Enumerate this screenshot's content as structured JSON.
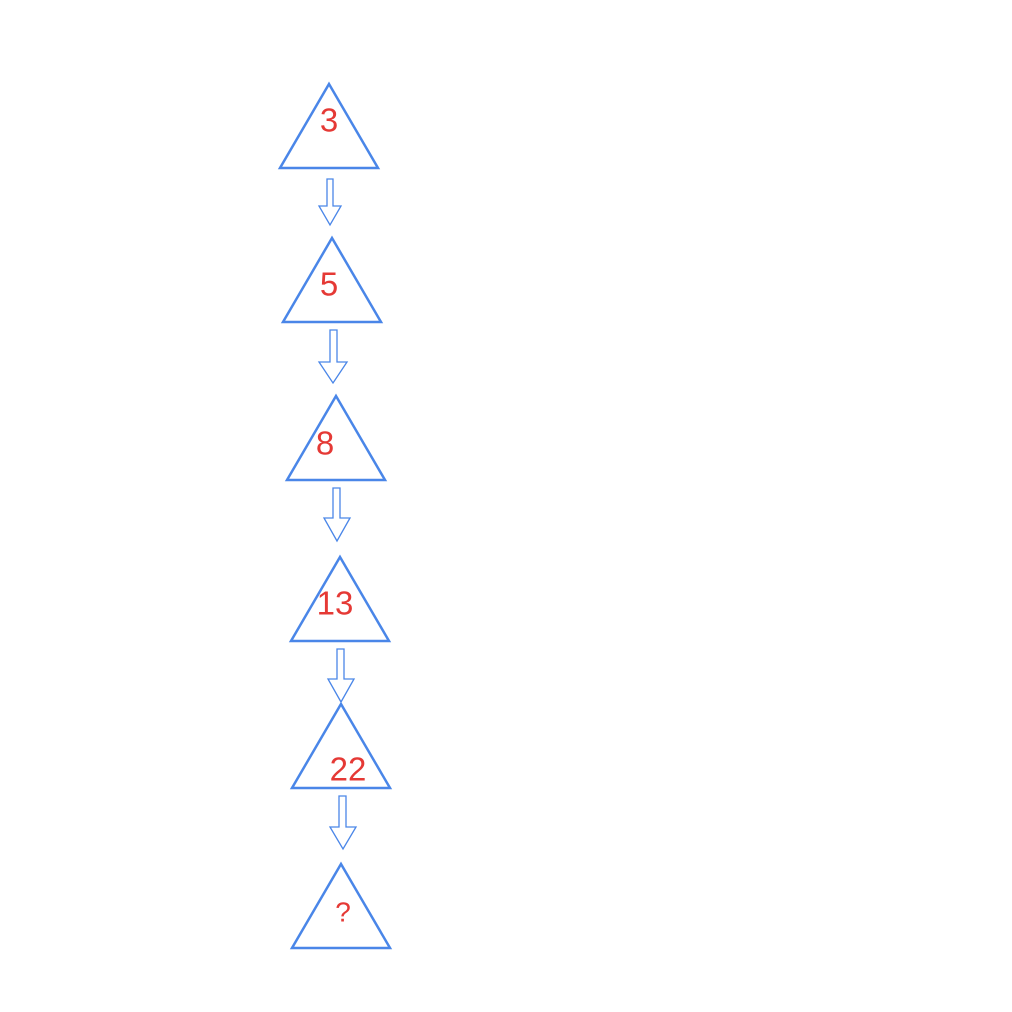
{
  "diagram": {
    "colors": {
      "triangle_stroke": "#4a86e8",
      "arrow_stroke": "#4a86e8",
      "number_text": "#e53935",
      "background": "#ffffff"
    },
    "sequence": [
      {
        "label": "3"
      },
      {
        "label": "5"
      },
      {
        "label": "8"
      },
      {
        "label": "13"
      },
      {
        "label": "22"
      },
      {
        "label": "?"
      }
    ],
    "connector_icon": "down-arrow-icon"
  }
}
